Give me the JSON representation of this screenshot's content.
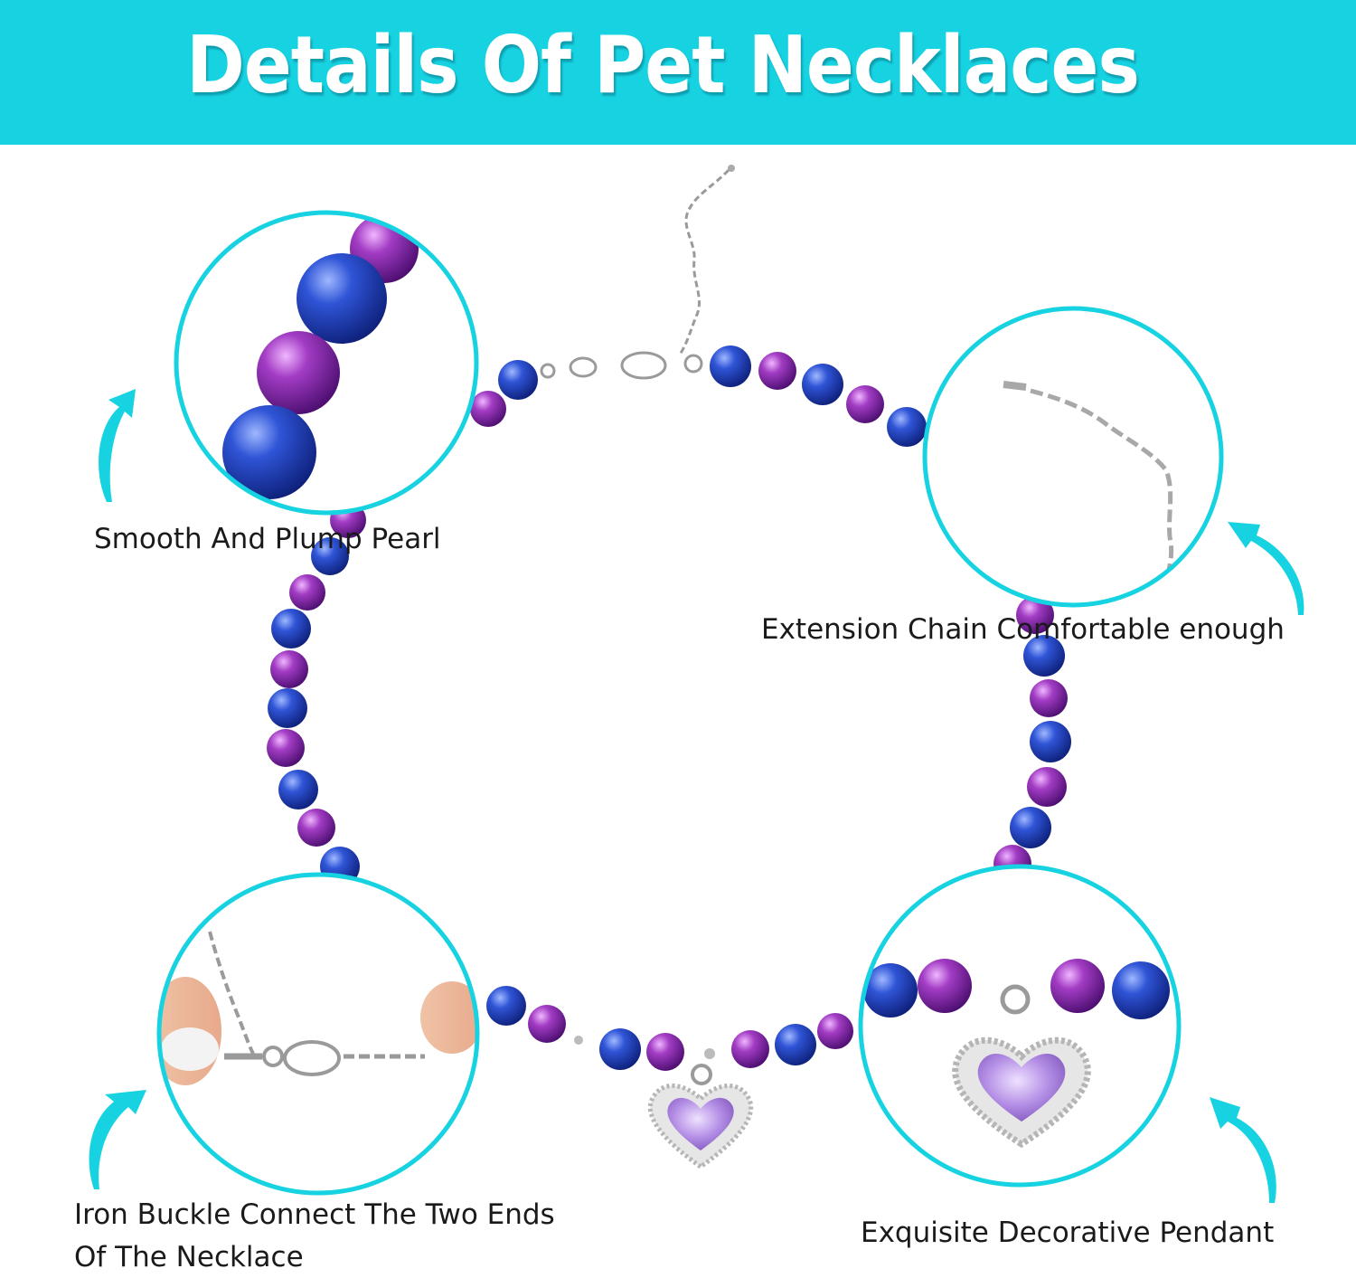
{
  "header": {
    "title": "Details Of Pet Necklaces",
    "background_color": "#17d3e2"
  },
  "callouts": {
    "pearl": {
      "caption": "Smooth And Plump Pearl",
      "arrow_icon": "curved-arrow-icon"
    },
    "chain": {
      "caption": "Extension Chain Comfortable enough",
      "arrow_icon": "curved-arrow-icon"
    },
    "buckle": {
      "caption_line1": "Iron Buckle Connect The Two Ends",
      "caption_line2": "Of The Necklace",
      "arrow_icon": "curved-arrow-icon"
    },
    "pendant": {
      "caption": "Exquisite Decorative Pendant",
      "arrow_icon": "curved-arrow-icon"
    }
  },
  "colors": {
    "accent": "#17d3e2",
    "pearl_blue": "#1f3fb3",
    "pearl_purple": "#8a2fa8",
    "gem_purple": "#b48be0"
  }
}
